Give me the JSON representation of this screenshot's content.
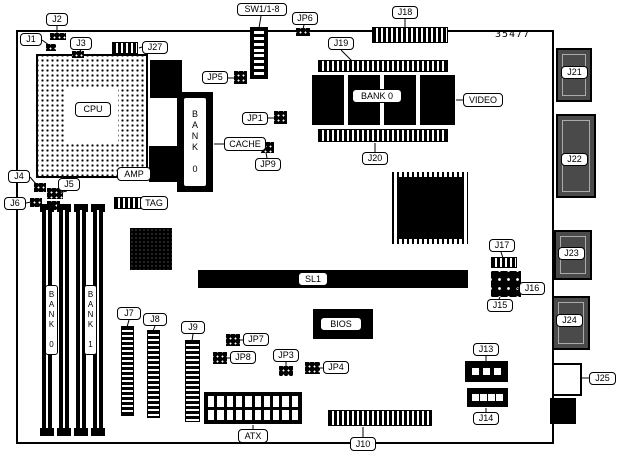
{
  "diagram": {
    "board_number": "35477",
    "labels": {
      "j1": "J1",
      "j2": "J2",
      "j3": "J3",
      "j4": "J4",
      "j5": "J5",
      "j6": "J6",
      "j7": "J7",
      "j8": "J8",
      "j9": "J9",
      "j10": "J10",
      "j13": "J13",
      "j14": "J14",
      "j15": "J15",
      "j16": "J16",
      "j17": "J17",
      "j18": "J18",
      "j19": "J19",
      "j20": "J20",
      "j21": "J21",
      "j22": "J22",
      "j23": "J23",
      "j24": "J24",
      "j25": "J25",
      "j27": "J27",
      "jp1": "JP1",
      "jp3": "JP3",
      "jp4": "JP4",
      "jp5": "JP5",
      "jp6": "JP6",
      "jp7": "JP7",
      "jp8": "JP8",
      "jp9": "JP9",
      "sw1": "SW1/1-8",
      "cpu": "CPU",
      "amp": "AMP",
      "cache": "CACHE",
      "tag": "TAG",
      "video": "VIDEO",
      "sl1": "SL1",
      "bios": "BIOS",
      "atx": "ATX",
      "bank0": "BANK 0",
      "bank1": "BANK 1"
    }
  }
}
